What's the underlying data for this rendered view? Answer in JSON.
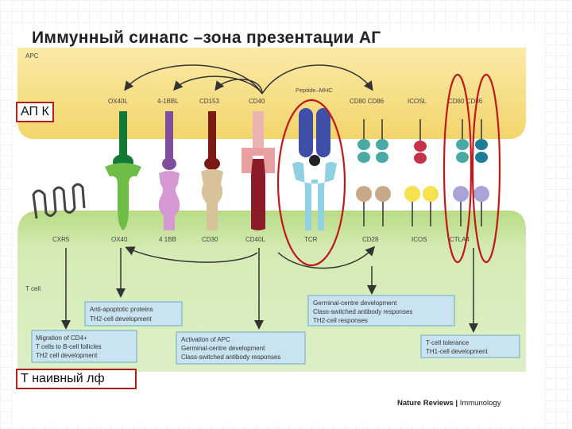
{
  "title": "Иммунный синапс –зона презентации АГ",
  "label_apc": "АП К",
  "label_tcell": "Т наивный лф",
  "credit": {
    "publisher": "Nature Reviews",
    "separator": "|",
    "journal": "Immunology"
  },
  "diagram": {
    "apc_zone": "APC",
    "tcell_zone": "T cell",
    "apc_molecules": [
      "OX40L",
      "4-1BBL",
      "CD153",
      "CD40",
      "Peptide–MHC",
      "CD80 CD86",
      "ICOSL",
      "CD80 CD86"
    ],
    "tcell_molecules": [
      "CXR5",
      "OX40",
      "4 1BB",
      "CD30",
      "CD40L",
      "TCR",
      "CD28",
      "ICOS",
      "CTLA4"
    ],
    "outcome_boxes": [
      {
        "lines": [
          "Anti-apoptotic proteins",
          "TH2-cell development"
        ]
      },
      {
        "lines": [
          "Migration of CD4+",
          "T cells to B-cell follicles",
          "TH2 cell development"
        ]
      },
      {
        "lines": [
          "Activation of APC",
          "Germinal-centre development",
          "Class-switched antibody responses"
        ]
      },
      {
        "lines": [
          "Germinal-centre development",
          "Class-switched antibody responses",
          "TH2-cell responses"
        ]
      },
      {
        "lines": [
          "T-cell tolerance",
          "TH1-cell development"
        ]
      }
    ],
    "colors": {
      "apc_fill": "#f7df8a",
      "tcell_fill": "#c6e39a",
      "highlight": "#c0181a",
      "box_fill": "#c9e4f0",
      "box_stroke": "#6fa8c8"
    }
  }
}
